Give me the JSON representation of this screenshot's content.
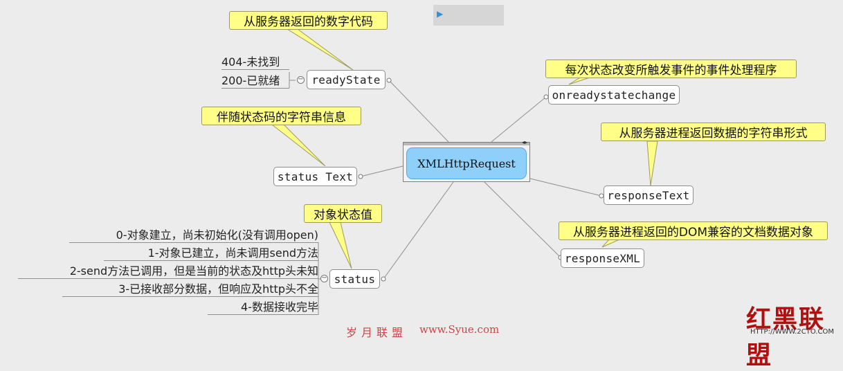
{
  "root": {
    "label": "XMLHttpRequest",
    "handle_glyph": "◂▸"
  },
  "top_box": {
    "icon": "play-icon",
    "glyph": "▶"
  },
  "nodes": {
    "ready_state": {
      "label": "readyState",
      "note": "从服务器返回的数字代码",
      "children": [
        "404-未找到",
        "200-已就绪"
      ],
      "collapse_glyph": "−"
    },
    "status_text": {
      "label": "status Text",
      "note": "伴随状态码的字符串信息"
    },
    "status": {
      "label": "status",
      "note": "对象状态值",
      "children": [
        "0-对象建立，尚未初始化(没有调用open)",
        "1-对象已建立，尚未调用send方法",
        "2-send方法已调用，但是当前的状态及http头未知",
        "3-已接收部分数据，但响应及http头不全",
        "4-数据接收完毕"
      ],
      "collapse_glyph": "−"
    },
    "onreadystatechange": {
      "label": "onreadystatechange",
      "note": "每次状态改变所触发事件的事件处理程序"
    },
    "response_text": {
      "label": "responseText",
      "note": "从服务器进程返回数据的字符串形式"
    },
    "response_xml": {
      "label": "responseXML",
      "note": "从服务器进程返回的DOM兼容的文档数据对象"
    }
  },
  "watermarks": {
    "site_cn": "岁月联盟",
    "site_url": "www.Syue.com",
    "logo_cn": "红黑联盟",
    "logo_url": "HTTP://WWW.2CTO.COM"
  },
  "colors": {
    "background": "#ececec",
    "root_fill": "#8fd0fb",
    "callout_fill": "#ffff88",
    "line": "#8e8e8e",
    "watermark": "#c44444"
  }
}
